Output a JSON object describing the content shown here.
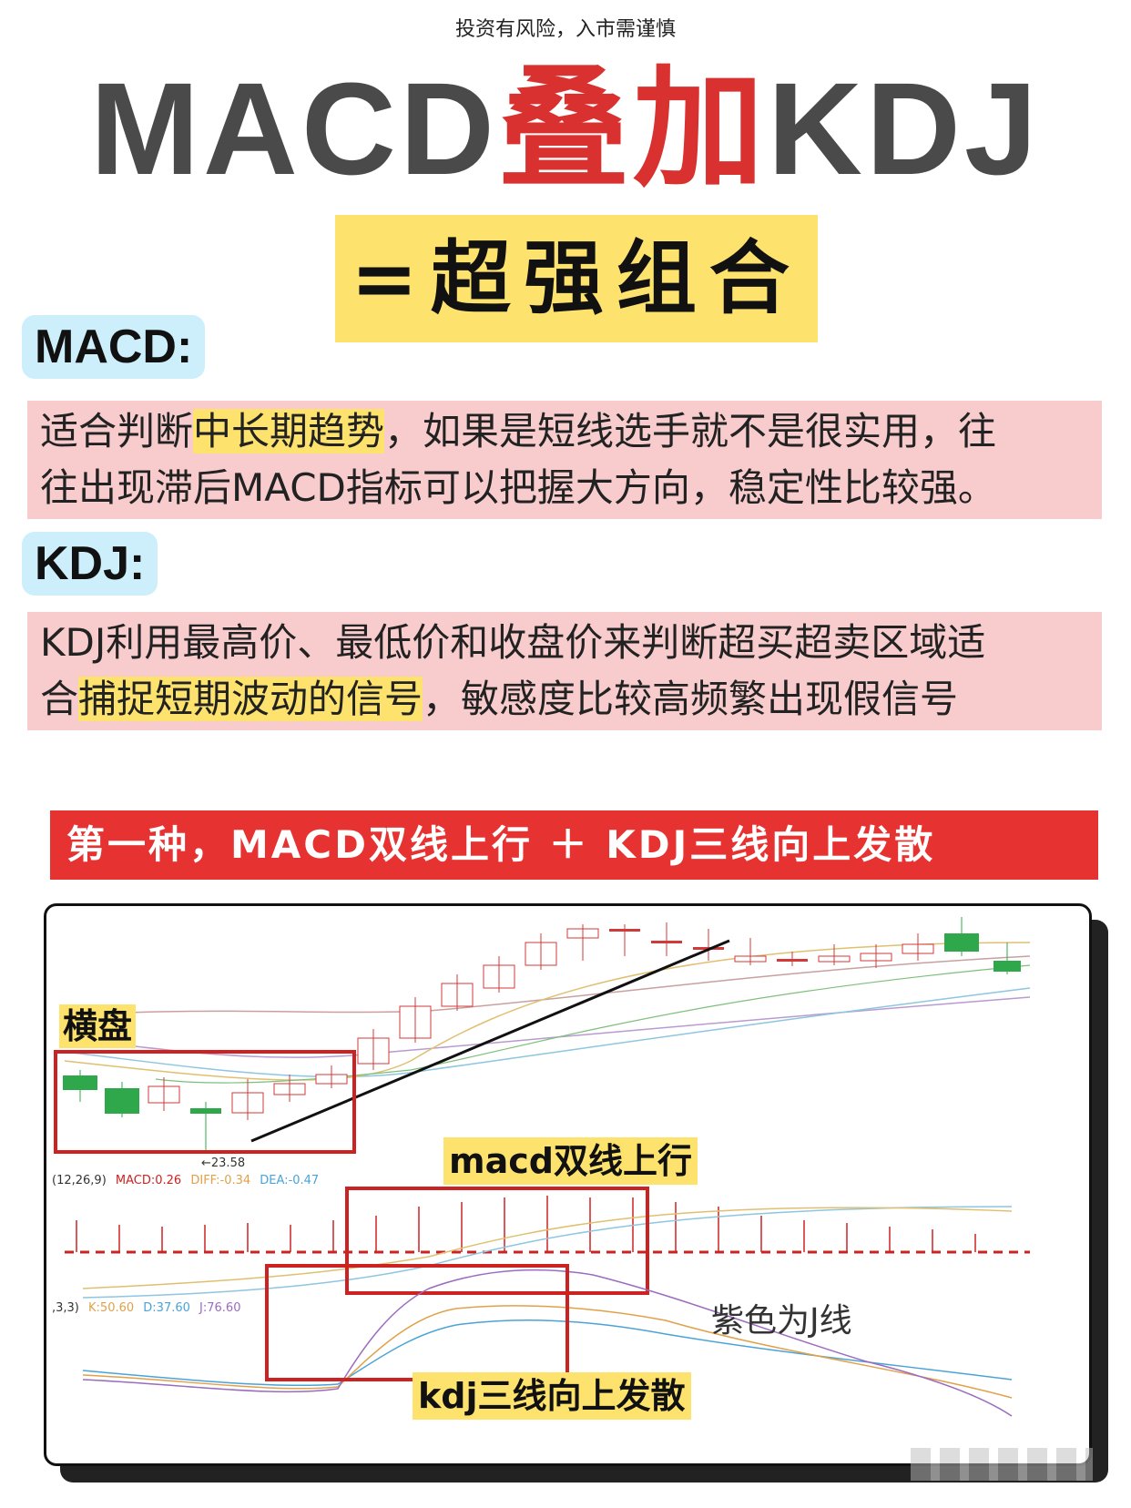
{
  "disclaimer": "投资有风险，入市需谨慎",
  "title": {
    "part1": "MACD",
    "part2": "叠加",
    "part3": "KDJ"
  },
  "subtitle": "=超强组合",
  "macd": {
    "label": "MACD:",
    "line1_a": "适合判断",
    "line1_hl": "中长期趋势",
    "line1_b": "，如果是短线选手就不是很实用，往",
    "line2": "往出现滞后MACD指标可以把握大方向，稳定性比较强。"
  },
  "kdj": {
    "label": "KDJ:",
    "line1": "KDJ利用最高价、最低价和收盘价来判断超买超卖区域适",
    "line2_a": "合",
    "line2_hl": "捕捉短期波动的信号",
    "line2_b": "，敏感度比较高频繁出现假信号"
  },
  "banner": "第一种，MACD双线上行 ＋ KDJ三线向上发散",
  "chart": {
    "tag_consolidation": "横盘",
    "low_price": "←23.58",
    "macd_params": "(12,26,9)",
    "macd_val": "MACD:0.26",
    "diff_val": "DIFF:-0.34",
    "dea_val": "DEA:-0.47",
    "tag_macd": "macd双线上行",
    "kdj_params": ",3,3)",
    "k_val": "K:50.60",
    "d_val": "D:37.60",
    "j_val": "J:76.60",
    "purple_note": "紫色为J线",
    "tag_kdj": "kdj三线向上发散",
    "colors": {
      "red_box": "#cc2222",
      "up_candle": "#d23a3a",
      "down_candle": "#2ea84a",
      "k": "#e0a14a",
      "d": "#4aa3d8",
      "j": "#9b6bbf"
    }
  }
}
